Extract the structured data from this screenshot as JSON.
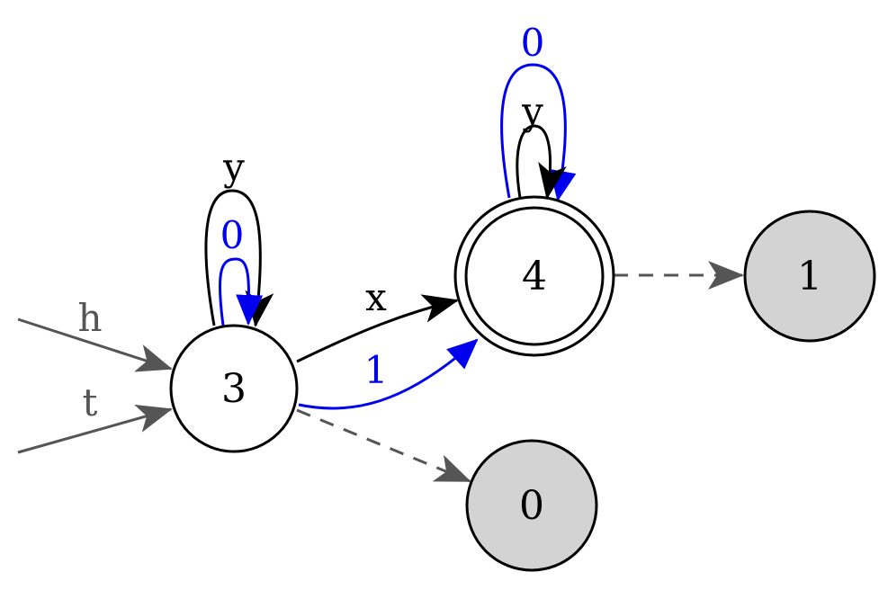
{
  "colors": {
    "black": "#000000",
    "blue": "#0000ee",
    "gray_edge": "#555555",
    "node_fill_sink": "#d3d3d3",
    "node_fill_normal": "#ffffff"
  },
  "nodes": {
    "n3": {
      "label": "3",
      "style": "normal"
    },
    "n4": {
      "label": "4",
      "style": "accepting"
    },
    "n1": {
      "label": "1",
      "style": "sink"
    },
    "n0": {
      "label": "0",
      "style": "sink"
    }
  },
  "edges": {
    "h_in": {
      "label": "h",
      "from": "",
      "to": "3",
      "color": "gray"
    },
    "t_in": {
      "label": "t",
      "from": "",
      "to": "3",
      "color": "gray"
    },
    "loop3_y": {
      "label": "y",
      "from": "3",
      "to": "3",
      "color": "black"
    },
    "loop3_0": {
      "label": "0",
      "from": "3",
      "to": "3",
      "color": "blue"
    },
    "e34_x": {
      "label": "x",
      "from": "3",
      "to": "4",
      "color": "black"
    },
    "e34_1": {
      "label": "1",
      "from": "3",
      "to": "4",
      "color": "blue"
    },
    "loop4_0": {
      "label": "0",
      "from": "4",
      "to": "4",
      "color": "blue"
    },
    "loop4_y": {
      "label": "y",
      "from": "4",
      "to": "4",
      "color": "black"
    },
    "e41": {
      "label": "",
      "from": "4",
      "to": "1",
      "style": "dashed"
    },
    "e30": {
      "label": "",
      "from": "3",
      "to": "0",
      "style": "dashed"
    }
  }
}
